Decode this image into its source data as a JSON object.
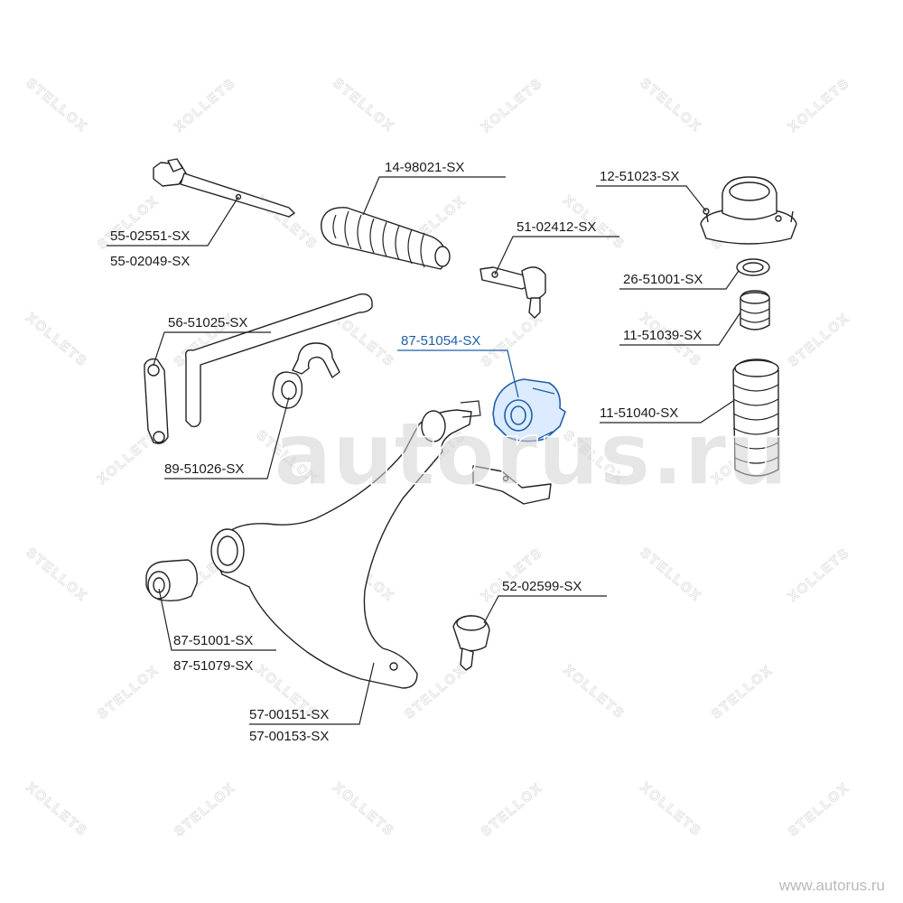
{
  "diagram": {
    "highlighted_part": "87-51054-SX",
    "labels": {
      "rack_end_1": "55-02551-SX",
      "rack_end_2": "55-02049-SX",
      "boot": "14-98021-SX",
      "tie_rod_end": "51-02412-SX",
      "strut_mount": "12-51023-SX",
      "bearing": "26-51001-SX",
      "bump_stop": "11-51039-SX",
      "dust_boot": "11-51040-SX",
      "stab_link": "56-51025-SX",
      "arm_bushing": "87-51054-SX",
      "stab_bushing": "89-51026-SX",
      "ball_joint": "52-02599-SX",
      "rear_bushing_1": "87-51001-SX",
      "rear_bushing_2": "87-51079-SX",
      "control_arm_1": "57-00151-SX",
      "control_arm_2": "57-00153-SX"
    },
    "colors": {
      "highlight": "#1f5fa6",
      "line": "#222222"
    }
  },
  "watermark": {
    "brand": "STELLOX",
    "site_overlay": "autorus.ru",
    "site_url": "www.autorus.ru"
  }
}
